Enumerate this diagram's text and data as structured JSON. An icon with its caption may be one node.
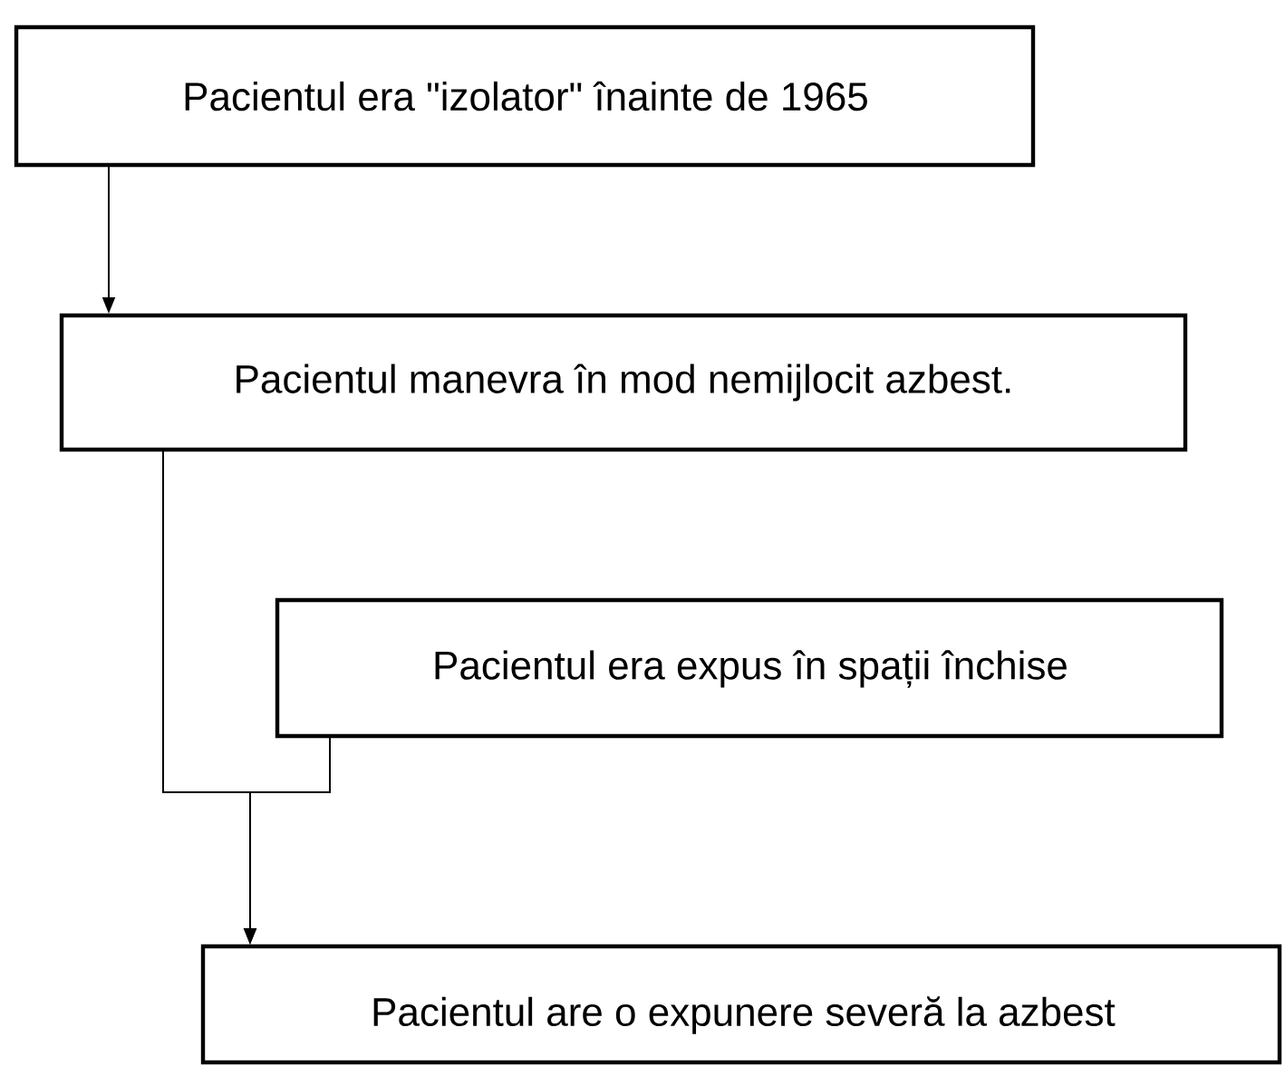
{
  "diagram": {
    "nodes": [
      {
        "text": [
          "Pacientul era \"izolator\" înainte de 1965"
        ]
      },
      {
        "text": [
          "Pacientul manevra în mod nemijlocit azbest."
        ]
      },
      {
        "text": [
          "Pacientul era expus în spații închise"
        ]
      },
      {
        "text": [
          "Pacientul are o expunere severă la azbest"
        ]
      }
    ],
    "edges": [
      {
        "from": 0,
        "to": 1,
        "arrow": "to"
      },
      {
        "from": 1,
        "to": 3,
        "arrow": "to"
      },
      {
        "from": 2,
        "to": 3,
        "arrow": "to"
      }
    ]
  }
}
